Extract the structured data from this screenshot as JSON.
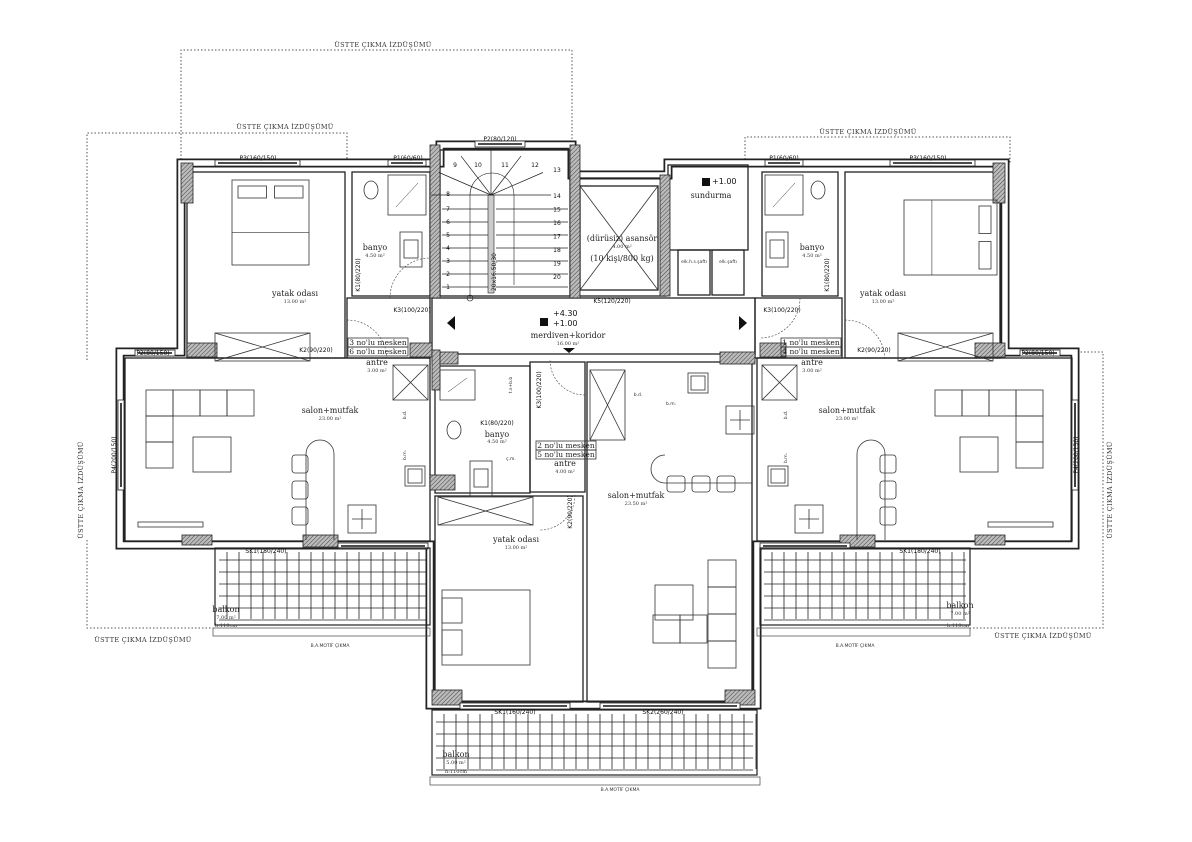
{
  "projection_label": "ÜSTTE ÇIKMA İZDÜŞÜMÜ",
  "motif_label": "B.A.MOTİF ÇIKMA",
  "windows": {
    "p3": "P3(160/150)",
    "p1": "P1(60/60)",
    "p2_stair": "P2(80/120)",
    "p2": "P2(80/150)",
    "p4": "P4(200/150)",
    "k3": "K3(100/220)",
    "k2": "K2(90/220)",
    "k1": "K1(80/220)",
    "k5": "K5(120/220)",
    "sk1_side": "SK1(180/240)",
    "sk1_center": "SK1(160/240)",
    "sk2_center": "SK2(260/240)",
    "stair_dim": "20x16.50/30"
  },
  "rooms": {
    "bedroom": {
      "name": "yatak odası",
      "area": "13.00 m²"
    },
    "bathroom": {
      "name": "banyo",
      "area": "4.50 m²"
    },
    "entry_side": {
      "name": "antre",
      "area": "3.00 m²"
    },
    "entry_center": {
      "name": "antre",
      "area": "4.00 m²"
    },
    "living_side": {
      "name": "salon+mutfak",
      "area": "23.00 m²"
    },
    "living_center": {
      "name": "salon+mutfak",
      "area": "23.50 m²"
    },
    "stair_corridor": {
      "name": "merdiven+koridor",
      "area": "16.00 m²"
    },
    "elevator": {
      "name": "(dürüsiz) asansör",
      "area": "4.00 m²",
      "capacity": "(10 kişi/800 kg)"
    },
    "porch": {
      "name": "sundurma",
      "elevation": "+1.00"
    },
    "balcony_side": {
      "name": "balkon",
      "area": "7.00 m²",
      "height": "h:110cm"
    },
    "balcony_center": {
      "name": "balkon",
      "area": "5.00 m²",
      "height": "h:110cm"
    }
  },
  "shafts": {
    "electric_hs": "elk.h.s.şaftı",
    "electric": "elk.şaftı",
    "installation": "t.s+b.b"
  },
  "fixtures": {
    "dishwasher": "b.d.",
    "washing_machine": "b.m.",
    "laundry": "ç.m."
  },
  "elevations": {
    "upper": "+4.30",
    "lower": "+1.00"
  },
  "units": {
    "left": [
      "3 no'lu mesken",
      "6 no'lu mesken"
    ],
    "right": [
      "1 no'lu mesken",
      "4 no'lu mesken"
    ],
    "center": [
      "2 no'lu mesken",
      "5 no'lu mesken"
    ]
  },
  "stair_steps": [
    "1",
    "2",
    "3",
    "4",
    "5",
    "6",
    "7",
    "8",
    "9",
    "10",
    "11",
    "12",
    "13",
    "14",
    "15",
    "16",
    "17",
    "18",
    "19",
    "20"
  ]
}
